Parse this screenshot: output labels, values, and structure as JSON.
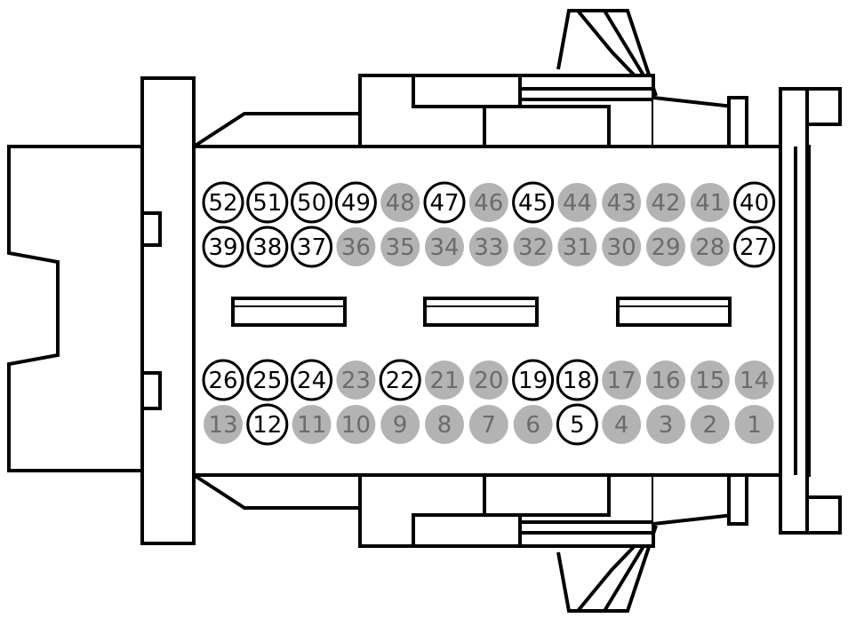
{
  "colors": {
    "outline": "#000000",
    "background": "#ffffff",
    "used_fill": "#ffffff",
    "used_text": "#000000",
    "unused_fill": "#b3b3b3",
    "unused_text": "#6b6b6b"
  },
  "rows": [
    {
      "pins": [
        "52",
        "51",
        "50",
        "49",
        "48",
        "47",
        "46",
        "45",
        "44",
        "43",
        "42",
        "41",
        "40"
      ],
      "used": [
        true,
        true,
        true,
        true,
        false,
        true,
        false,
        true,
        false,
        false,
        false,
        false,
        true
      ]
    },
    {
      "pins": [
        "39",
        "38",
        "37",
        "36",
        "35",
        "34",
        "33",
        "32",
        "31",
        "30",
        "29",
        "28",
        "27"
      ],
      "used": [
        true,
        true,
        true,
        false,
        false,
        false,
        false,
        false,
        false,
        false,
        false,
        false,
        true
      ]
    },
    {
      "pins": [
        "26",
        "25",
        "24",
        "23",
        "22",
        "21",
        "20",
        "19",
        "18",
        "17",
        "16",
        "15",
        "14"
      ],
      "used": [
        true,
        true,
        true,
        false,
        true,
        false,
        false,
        true,
        true,
        false,
        false,
        false,
        false
      ]
    },
    {
      "pins": [
        "13",
        "12",
        "11",
        "10",
        "9",
        "8",
        "7",
        "6",
        "5",
        "4",
        "3",
        "2",
        "1"
      ],
      "used": [
        false,
        true,
        false,
        false,
        false,
        false,
        false,
        false,
        true,
        false,
        false,
        false,
        false
      ]
    }
  ]
}
